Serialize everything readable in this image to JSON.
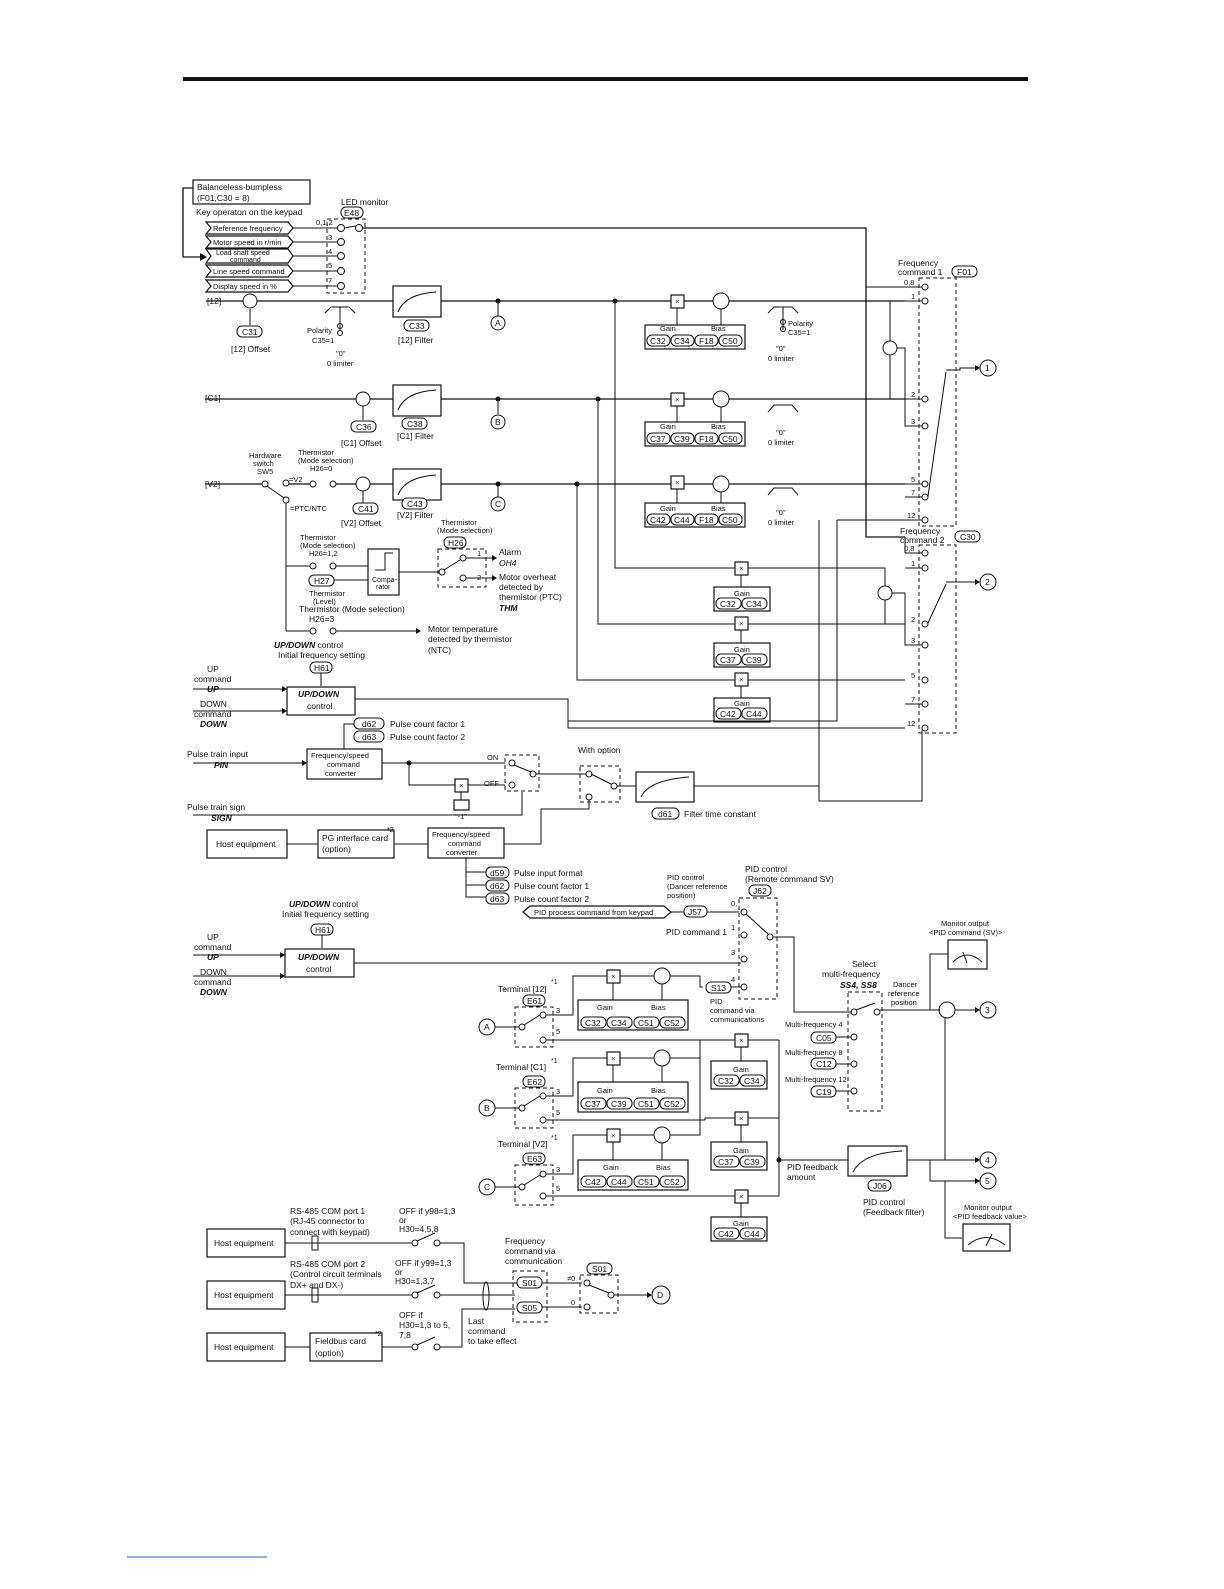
{
  "labels": {
    "balanceless": "Balanceless-bumpless",
    "balanceless_sub": "(F01,C30 = 8)",
    "key_op": "Key operaton on the keypad",
    "led_monitor": "LED monitor",
    "e48": "E48",
    "led_items": [
      "Reference frequency",
      "Motor speed in r/min",
      "Load shaft speed command",
      "Line speed command",
      "Display speed in %"
    ],
    "led_nums": [
      "0,1,2",
      "3",
      "4",
      "5",
      "7"
    ],
    "in12": "[12]",
    "inC1": "[C1]",
    "inV2": "[V2]",
    "c31": "C31",
    "offset12": "[12] Offset",
    "c36": "C36",
    "offsetC1": "[C1] Offset",
    "c41": "C41",
    "offsetV2": "[V2] Offset",
    "c33": "C33",
    "filter12": "[12] Filter",
    "c38": "C38",
    "filterC1": "[C1] Filter",
    "c43": "C43",
    "filterV2": "[V2] Filter",
    "polarity": "Polarity",
    "c35": "C35=1",
    "zero": "\"0\"",
    "zlim": "0 limiter",
    "gain": "Gain",
    "bias": "Bias",
    "c32": "C32",
    "c34": "C34",
    "f18": "F18",
    "c50": "C50",
    "c37": "C37",
    "c39": "C39",
    "c42": "C42",
    "c44": "C44",
    "c51": "C51",
    "c52": "C52",
    "hw_switch": "Hardware switch SW5",
    "v2pos": "=V2",
    "ptc": "=PTC/NTC",
    "therm_mode": "Thermistor (Mode selection)",
    "h26_0": "H26=0",
    "therm_mode2": "Thermistor (Mode selection)",
    "h26": "H26",
    "h26_12": "H26=1,2",
    "h27": "H27",
    "therm_level": "Thermistor (Level)",
    "comparator": "Compa- rator",
    "alarm": "Alarm",
    "oh4": "OH4",
    "motor_oh": "Motor overheat detected by thermistor (PTC)",
    "thm": "THM",
    "therm_mode3": "Thermistor (Mode selection)",
    "h26_3": "H26=3",
    "motor_temp": "Motor temperature detected by thermistor (NTC)",
    "updown_ctrl": "control",
    "updown_bi": "UP/DOWN",
    "init_freq": "Initial frequency setting",
    "h61": "H61",
    "up_cmd": "UP command",
    "up": "UP",
    "down_cmd": "DOWN command",
    "down": "DOWN",
    "d62": "d62",
    "d63": "d63",
    "pcf1": "Pulse count factor 1",
    "pcf2": "Pulse count factor 2",
    "pulse_in": "Pulse train input",
    "pin": "PIN",
    "fs_conv": "Frequency/speed command converter",
    "on": "ON",
    "off": "OFF",
    "neg1": "\"-1\"",
    "with_opt": "With option",
    "pulse_sign": "Pulse train sign",
    "sign": "SIGN",
    "d61": "d61",
    "filt_tc": "Filter time constant",
    "host": "Host equipment",
    "pg_card": "PG interface card (option)",
    "star2": "*2",
    "d59": "d59",
    "pulse_fmt": "Pulse input format",
    "freq_cmd1": "Frequency command 1",
    "f01": "F01",
    "freq_cmd2": "Frequency command 2",
    "c30": "C30",
    "sw_nums": [
      "0,8",
      "1",
      "2",
      "3",
      "5",
      "7",
      "12"
    ],
    "pid_dancer": "PID control (Dancer reference position)",
    "pid_remote": "PID control (Remote command SV)",
    "j62": "J62",
    "j57": "J57",
    "pid_keypad": "PID process command from keypad",
    "pid_cmd1": "PID command 1",
    "s13": "S13",
    "pid_comm": "PID command via communications",
    "term12": "Terminal [12]",
    "termC1": "Terminal [C1]",
    "termV2": "Terminal [V2]",
    "star1": "*1",
    "e61": "E61",
    "e62": "E62",
    "e63": "E63",
    "mon_sv": "Monitor output <PID command (SV)>",
    "mon_pv": "Monitor output <PID feedback value>",
    "sel_mf": "Select multi-frequency",
    "ss48": "SS4, SS8",
    "dancer_ref": "Dancer reference position",
    "mf4": "Multi-frequency 4",
    "mf8": "Multi-frequency 8",
    "mf12": "Multi-frequency 12",
    "c05": "C05",
    "c12": "C12",
    "c19": "C19",
    "pid_fb": "PID feedback amount",
    "j06": "J06",
    "pid_fbfilt": "PID control (Feedback filter)",
    "rs485_1": "RS-485 COM port 1 (RJ-45 connector to connect with keypad)",
    "rs485_2": "RS-485 COM port 2 (Control circuit terminals DX+ and DX-)",
    "off1": "OFF if y98=1,3 or H30=4,5,8",
    "off2": "OFF if y99=1,3 or H30=1,3,7",
    "off3": "OFF if H30=1,3 to 5, 7,8",
    "fieldbus": "Fieldbus card (option)",
    "freq_comm": "Frequency command via communication",
    "s01": "S01",
    "s05": "S05",
    "neq0": "≠0",
    "eq0": "0",
    "last_cmd": "Last command to take effect",
    "out1": "1",
    "out2": "2",
    "out3": "3",
    "out4": "4",
    "out5": "5",
    "nA": "A",
    "nB": "B",
    "nC": "C",
    "nD": "D"
  }
}
